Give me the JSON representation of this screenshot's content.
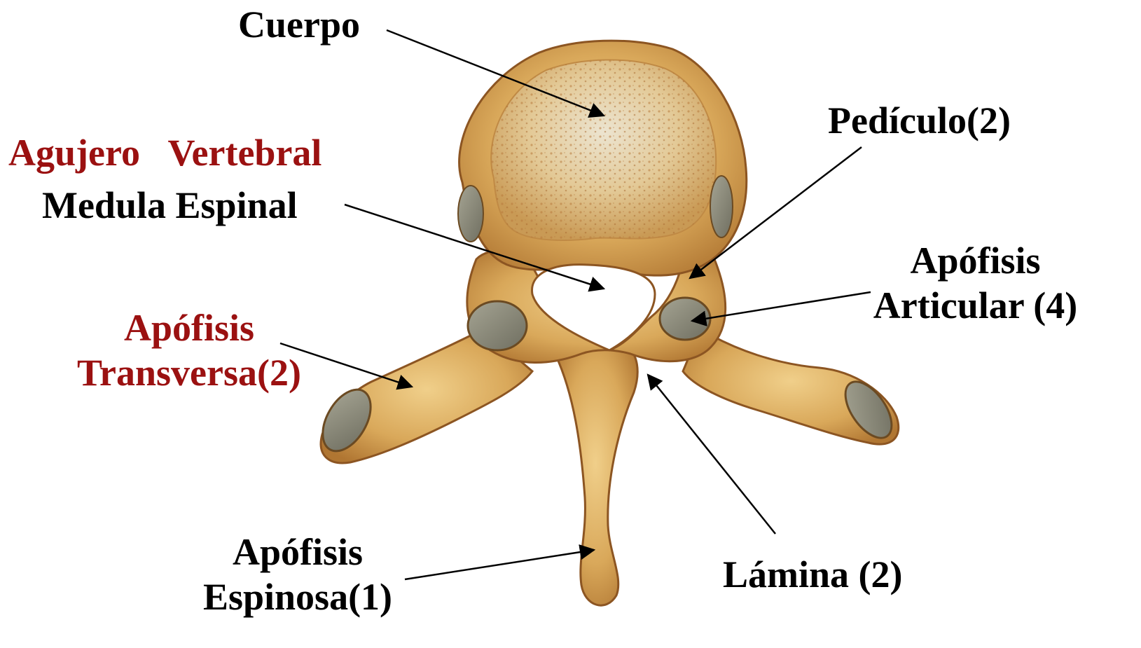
{
  "colors": {
    "label_black": "#000000",
    "label_red": "#9b1111",
    "bone": "#d9a85a",
    "bone_light": "#f3d89a",
    "bone_dark": "#a8692a",
    "cancellous": "#e6cf9c",
    "facet": "#8b8a79",
    "arrow": "#000000"
  },
  "labels": {
    "cuerpo": "Cuerpo",
    "pediculo": "Pedículo(2)",
    "agujero": "Agujero   Vertebral",
    "medula": "Medula Espinal",
    "articular_line1": "Apófisis",
    "articular_line2": "Articular (4)",
    "transversa_line1": "Apófisis",
    "transversa_line2": "Transversa(2)",
    "espinosa_line1": "Apófisis",
    "espinosa_line2": "Espinosa(1)",
    "lamina": "Lámina (2)"
  }
}
